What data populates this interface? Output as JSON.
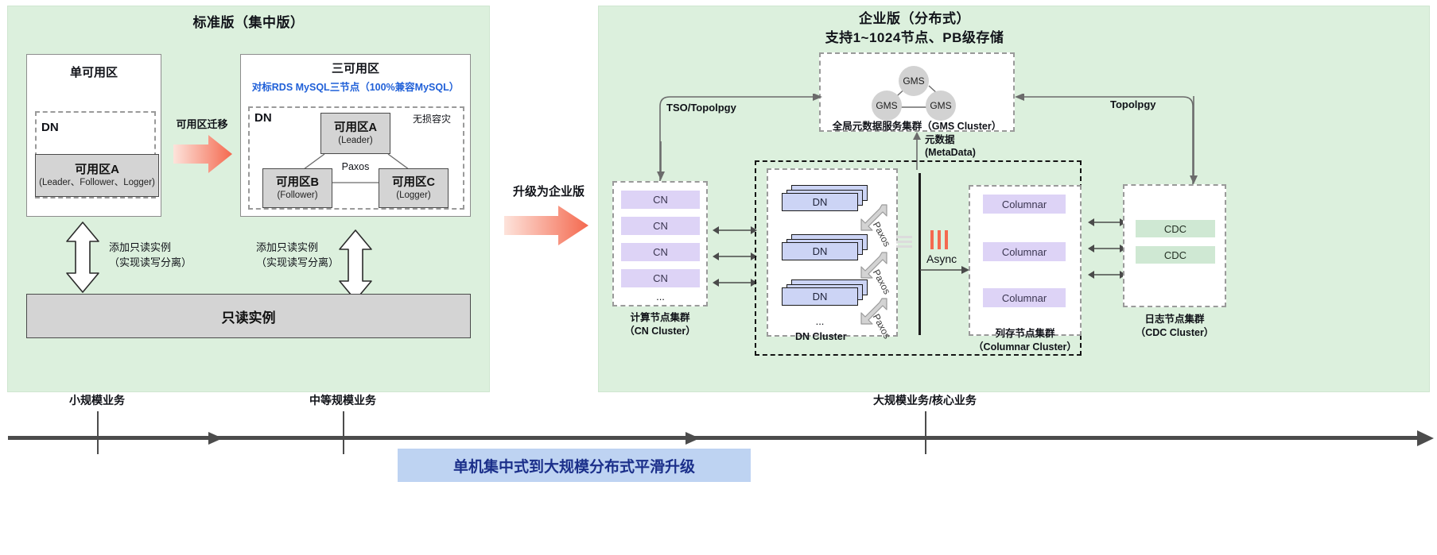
{
  "left_panel": {
    "title": "标准版（集中版）",
    "single_az": {
      "title": "单可用区",
      "dn_label": "DN",
      "node": {
        "name": "可用区A",
        "roles": "(Leader、Follower、Logger)"
      }
    },
    "migrate_label": "可用区迁移",
    "three_az": {
      "title": "三可用区",
      "subtitle": "对标RDS MySQL三节点（100%兼容MySQL）",
      "dn_label": "DN",
      "dr_label": "无损容灾",
      "paxos_label": "Paxos",
      "nodes": [
        {
          "name": "可用区A",
          "role": "(Leader)"
        },
        {
          "name": "可用区B",
          "role": "(Follower)"
        },
        {
          "name": "可用区C",
          "role": "(Logger)"
        }
      ]
    },
    "readonly_note_left": {
      "line1": "添加只读实例",
      "line2": "（实现读写分离）"
    },
    "readonly_note_right": {
      "line1": "添加只读实例",
      "line2": "（实现读写分离）"
    },
    "readonly_instance": "只读实例"
  },
  "upgrade_arrow_label": "升级为企业版",
  "right_panel": {
    "title_line1": "企业版（分布式）",
    "title_line2": "支持1~1024节点、PB级存储",
    "gms": {
      "nodes": [
        "GMS",
        "GMS",
        "GMS"
      ],
      "caption": "全局元数据服务集群（GMS Cluster）"
    },
    "edge_labels": {
      "tso": "TSO/Topolpgy",
      "topolpgy": "Topolpgy",
      "metadata_line1": "元数据",
      "metadata_line2": "(MetaData)",
      "paxos": "Paxos",
      "async": "Async"
    },
    "cn_cluster": {
      "items": [
        "CN",
        "CN",
        "CN",
        "CN"
      ],
      "ellipsis": "...",
      "caption_line1": "计算节点集群",
      "caption_line2": "（CN Cluster）"
    },
    "dn_cluster": {
      "items": [
        "DN",
        "DN",
        "DN"
      ],
      "ellipsis": "...",
      "caption": "DN Cluster"
    },
    "columnar_cluster": {
      "items": [
        "Columnar",
        "Columnar",
        "Columnar"
      ],
      "caption_line1": "列存节点集群",
      "caption_line2": "（Columnar Cluster）"
    },
    "cdc_cluster": {
      "items": [
        "CDC",
        "CDC"
      ],
      "caption_line1": "日志节点集群",
      "caption_line2": "（CDC Cluster）"
    }
  },
  "timeline": {
    "ticks": [
      "小规模业务",
      "中等规模业务",
      "大规模业务/核心业务"
    ],
    "banner": "单机集中式到大规模分布式平滑升级"
  },
  "colors": {
    "panel_bg": "#dcf0dd",
    "lilac": "#ddd3f6",
    "dn_blue": "#ccd4f5",
    "cdc_green": "#cfe8d3",
    "accent_orange": "#f4694f",
    "banner_blue": "#bed3f2",
    "link_blue": "#2060d8"
  }
}
